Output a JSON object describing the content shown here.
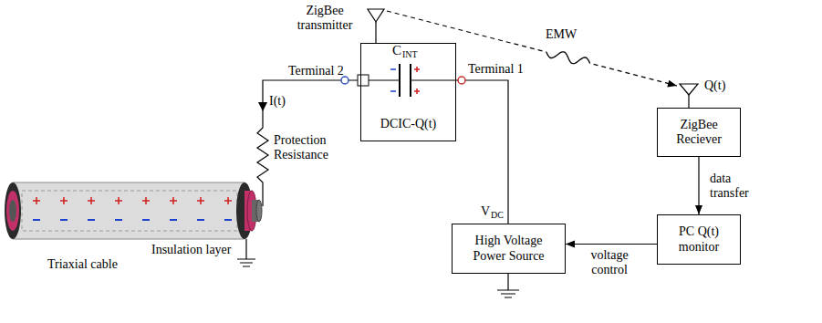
{
  "diagram": {
    "nodes": [
      {
        "text": [
          "DCIC-Q(t)"
        ]
      },
      {
        "text": [
          "ZigBee Reciever"
        ]
      },
      {
        "text": [
          "PC Q(t) monitor"
        ]
      },
      {
        "text": [
          "High Voltage Power Source"
        ]
      }
    ],
    "edges": [
      {
        "from": 0,
        "to": 1,
        "arrow": "to"
      },
      {
        "from": 1,
        "to": 2,
        "label": "data transfer",
        "arrow": "to"
      },
      {
        "from": 2,
        "to": 3,
        "label": "voltage control",
        "arrow": "to"
      },
      {
        "from": 0,
        "to": 3,
        "arrow": "none"
      }
    ],
    "labels": [
      "ZigBee transmitter",
      "C",
      "INT",
      "Terminal 2",
      "Terminal 1",
      "I(t)",
      "Protection Resistance",
      "Triaxial cable",
      "Insulation layer",
      "EMW",
      "Q(t)",
      "V",
      "DC"
    ]
  }
}
